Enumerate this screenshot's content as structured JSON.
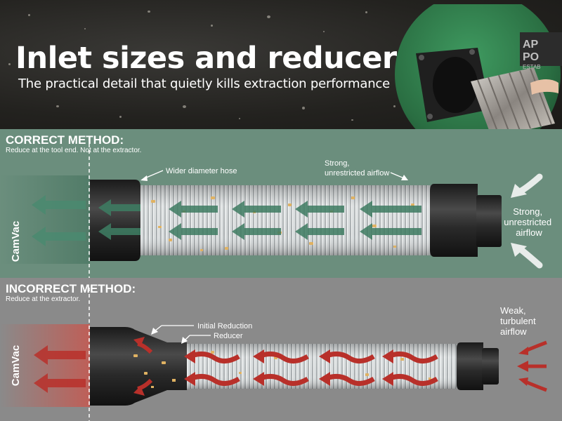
{
  "header": {
    "title": "Inlet sizes and reducers",
    "subtitle": "The practical detail that quietly kills extraction performance",
    "brand_fragment": "AP PO ESTAB"
  },
  "correct": {
    "title": "CORRECT METHOD:",
    "subtitle": "Reduce at the tool end. Not at the extractor.",
    "camvac": "CamVac",
    "callout_hose": "Wider diameter hose",
    "callout_airflow": "Strong, unrestricted airflow",
    "inlet_airflow": "Strong, unrestricted airflow",
    "arrow_color": "#4a8a70"
  },
  "incorrect": {
    "title": "INCORRECT METHOD:",
    "subtitle": "Reduce at the extractor.",
    "camvac": "CamVac",
    "callout_initial": "Initial Reduction",
    "callout_reducer": "Reducer",
    "inlet_airflow": "Weak, turbulent airflow",
    "arrow_color": "#b8302a"
  },
  "colors": {
    "header_bg": "#23221f",
    "correct_bg": "#6b8e7d",
    "incorrect_bg": "#8a8a8a",
    "machine_green": "#2f7a4a"
  }
}
